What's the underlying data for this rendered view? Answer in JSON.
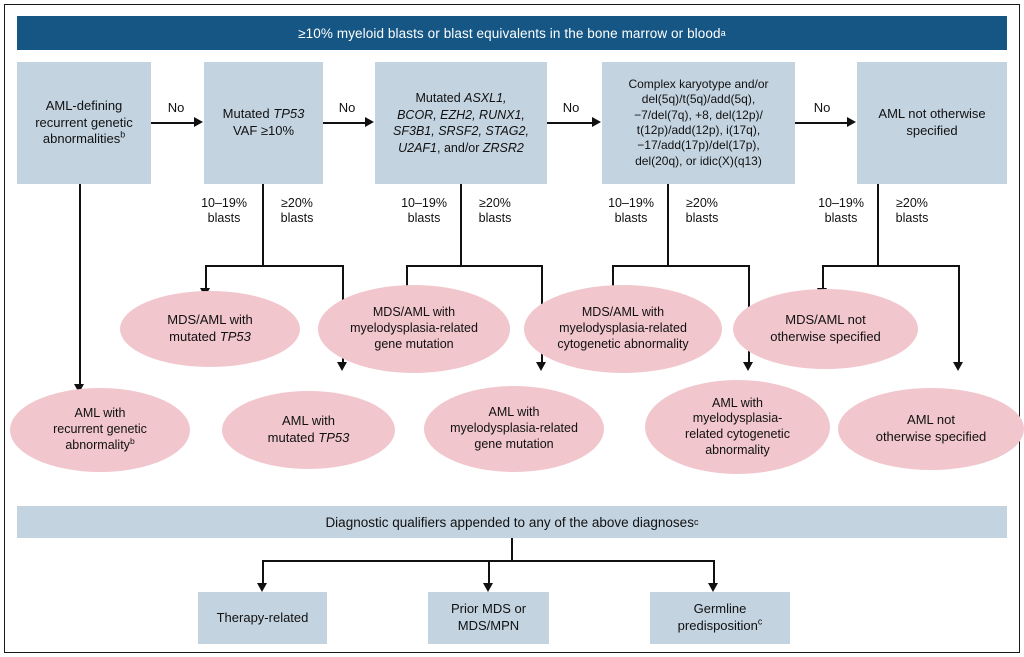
{
  "figure": {
    "title_banner": "≥10% myeloid blasts or blast equivalents in the bone marrow or blood",
    "title_banner_sup": "a",
    "qualifier_banner": "Diagnostic qualifiers appended to any of the above diagnoses",
    "qualifier_banner_sup": "c"
  },
  "colors": {
    "banner_blue": "#155685",
    "box_blue": "#c3d3e0",
    "ellipse_pink": "#f1c6cd",
    "line_black": "#111111",
    "page_white": "#ffffff"
  },
  "decision_boxes": [
    {
      "id": "aml-defining",
      "line1": "AML-defining",
      "line2": "recurrent genetic",
      "line3": "abnormalities",
      "sup": "b"
    },
    {
      "id": "mutated-tp53",
      "line1": "Mutated ",
      "italic1": "TP53",
      "line2": "VAF ≥10%"
    },
    {
      "id": "mds-gene-mutations",
      "line1": "Mutated ",
      "genes_line1": "ASXL1,",
      "genes_line2": "BCOR, EZH2, RUNX1,",
      "genes_line3": "SF3B1, SRSF2, STAG2,",
      "genes_line4a": "U2AF1",
      "genes_line4b": ", and/or ",
      "genes_line4c": "ZRSR2"
    },
    {
      "id": "cytogenetics",
      "line1": "Complex karyotype and/or",
      "line2": "del(5q)/t(5q)/add(5q),",
      "line3": "−7/del(7q), +8, del(12p)/",
      "line4": "t(12p)/add(12p), i(17q),",
      "line5": "−17/add(17p)/del(17p),",
      "line6": "del(20q), or idic(X)(q13)"
    },
    {
      "id": "aml-nos",
      "line1": "AML not otherwise",
      "line2": "specified"
    }
  ],
  "no_labels": [
    "No",
    "No",
    "No",
    "No"
  ],
  "blast_labels": {
    "low_line1": "10–19%",
    "low_line2": "blasts",
    "high_line1": "≥20%",
    "high_line2": "blasts"
  },
  "outcomes_mds": [
    {
      "id": "mds-aml-mutated-tp53",
      "line1": "MDS/AML with",
      "line2a": "mutated ",
      "line2b": "TP53"
    },
    {
      "id": "mds-aml-mr-gene",
      "line1": "MDS/AML with",
      "line2": "myelodysplasia-related",
      "line3": "gene mutation"
    },
    {
      "id": "mds-aml-mr-cyto",
      "line1": "MDS/AML with",
      "line2": "myelodysplasia-related",
      "line3": "cytogenetic abnormality"
    },
    {
      "id": "mds-aml-nos",
      "line1": "MDS/AML not",
      "line2": "otherwise specified"
    }
  ],
  "outcomes_aml": [
    {
      "id": "aml-recurrent-genetic",
      "line1": "AML with",
      "line2": "recurrent genetic",
      "line3": "abnormality",
      "sup": "b"
    },
    {
      "id": "aml-mutated-tp53",
      "line1": "AML with",
      "line2a": "mutated ",
      "line2b": "TP53"
    },
    {
      "id": "aml-mr-gene",
      "line1": "AML with",
      "line2": "myelodysplasia-related",
      "line3": "gene mutation"
    },
    {
      "id": "aml-mr-cyto",
      "line1": "AML with",
      "line2": "myelodysplasia-",
      "line3": "related cytogenetic",
      "line4": "abnormality"
    },
    {
      "id": "aml-nos-outcome",
      "line1": "AML not",
      "line2": "otherwise specified"
    }
  ],
  "qualifiers": [
    {
      "id": "therapy-related",
      "line1": "Therapy-related"
    },
    {
      "id": "prior-mds",
      "line1": "Prior MDS or",
      "line2": "MDS/MPN"
    },
    {
      "id": "germline",
      "line1": "Germline",
      "line2": "predisposition",
      "sup": "c"
    }
  ]
}
